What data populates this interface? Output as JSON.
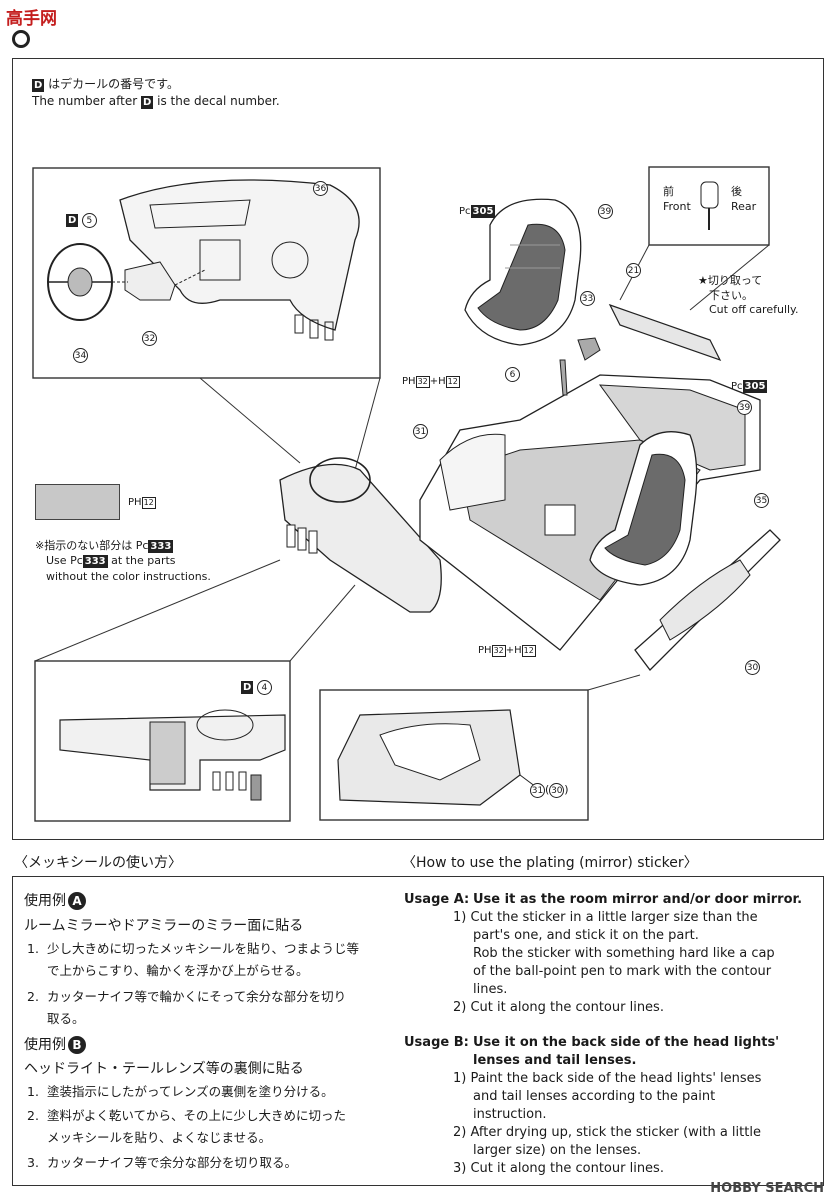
{
  "logo": {
    "text": "高手网"
  },
  "header": {
    "decal_jp": "はデカールの番号です。",
    "decal_en_pre": "The number after",
    "decal_en_post": "is the decal number.",
    "decal_key": "D"
  },
  "labels": {
    "d5": "D",
    "n5": "5",
    "n36": "36",
    "n32": "32",
    "n34": "34",
    "pc305_a": "305",
    "pc305_b": "305",
    "pc_prefix": "Pc",
    "ph_prefix": "PH",
    "n39a": "39",
    "n39b": "39",
    "n33": "33",
    "n6": "6",
    "n21": "21",
    "n31": "31",
    "n35": "35",
    "n30": "30",
    "d4": "D",
    "n4": "4",
    "ph_mix_a": "32",
    "ph_mix_a2": "12",
    "ph_mix_b": "32",
    "ph_mix_b2": "12",
    "plus": "+",
    "h": "H",
    "n31_30": "31",
    "n30_paren": "30"
  },
  "direction": {
    "front_jp": "前",
    "front_en": "Front",
    "rear_jp": "後",
    "rear_en": "Rear"
  },
  "cut": {
    "jp1": "★切り取って",
    "jp2": "下さい。",
    "en": "Cut off carefully."
  },
  "swatch": {
    "code": "12"
  },
  "no_color": {
    "jp_pre": "※指示のない部分は",
    "code": "333",
    "en1_pre": "Use",
    "en1_post": "at the parts",
    "en2": "without the color instructions."
  },
  "mirror_sticker": {
    "jp_title": "〈メッキシールの使い方〉",
    "en_title": "〈How to use the plating (mirror) sticker〉",
    "jp": {
      "usage_a_label": "使用例",
      "usage_a_mark": "A",
      "usage_a_head": "ルームミラーやドアミラーのミラー面に貼る",
      "a1_n": "1.",
      "a1": "少し大きめに切ったメッキシールを貼り、つまようじ等",
      "a1b": "で上からこすり、輪かくを浮かび上がらせる。",
      "a2_n": "2.",
      "a2": "カッターナイフ等で輪かくにそって余分な部分を切り",
      "a2b": "取る。",
      "usage_b_label": "使用例",
      "usage_b_mark": "B",
      "usage_b_head": "ヘッドライト・テールレンズ等の裏側に貼る",
      "b1_n": "1.",
      "b1": "塗装指示にしたがってレンズの裏側を塗り分ける。",
      "b2_n": "2.",
      "b2": "塗料がよく乾いてから、その上に少し大きめに切った",
      "b2b": "メッキシールを貼り、よくなじませる。",
      "b3_n": "3.",
      "b3": "カッターナイフ等で余分な部分を切り取る。"
    },
    "en": {
      "a_label": "Usage A:",
      "a_head": "Use it as the room mirror and/or door mirror.",
      "a1": "1) Cut the sticker in a little larger size than the",
      "a1b": "part's one, and stick it on the part.",
      "a1c": "Rob the sticker with something hard like a cap",
      "a1d": "of the ball-point pen to mark with the contour",
      "a1e": "lines.",
      "a2": "2) Cut it along the contour lines.",
      "b_label": "Usage B:",
      "b_head": "Use it on the back side of the head lights'",
      "b_head2": "lenses and tail lenses.",
      "b1": "1) Paint the back side of the head lights' lenses",
      "b1b": "and tail lenses according to the paint",
      "b1c": "instruction.",
      "b2": "2) After drying up, stick the sticker (with a little",
      "b2b": "larger size) on the lenses.",
      "b3": "3) Cut it along the contour lines."
    }
  },
  "watermark": {
    "text": "HOBBY SEARCH"
  }
}
